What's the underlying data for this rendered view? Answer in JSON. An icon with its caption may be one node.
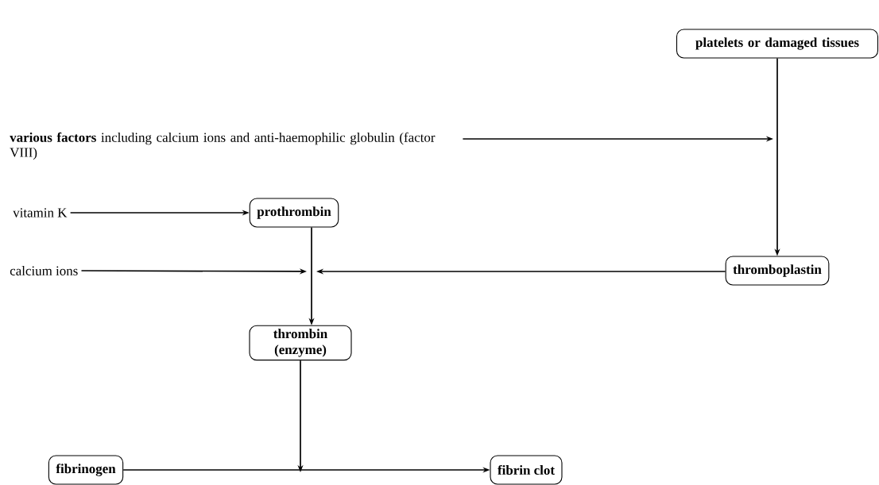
{
  "diagram": {
    "nodes": [
      {
        "text": [
          "platelets or damaged tissues"
        ]
      },
      {
        "text": [
          "**various factors** including calcium ions and anti-haemophilic globulin (factor VIII)"
        ]
      },
      {
        "text": [
          "vitamin K"
        ]
      },
      {
        "text": [
          "prothrombin"
        ]
      },
      {
        "text": [
          "calcium ions"
        ]
      },
      {
        "text": [
          "thromboplastin"
        ]
      },
      {
        "text": [
          "thrombin (enzyme)"
        ]
      },
      {
        "text": [
          "fibrinogen"
        ]
      },
      {
        "text": [
          "fibrin clot"
        ]
      }
    ],
    "edges": [
      {
        "from": 0,
        "to": 5,
        "arrow": "to"
      },
      {
        "from": 1,
        "to": null,
        "arrow": "to"
      },
      {
        "from": 2,
        "to": 3,
        "arrow": "to"
      },
      {
        "from": 3,
        "to": 6,
        "arrow": "to"
      },
      {
        "from": 4,
        "to": null,
        "arrow": "to"
      },
      {
        "from": 5,
        "to": null,
        "arrow": "to"
      },
      {
        "from": 6,
        "to": null,
        "arrow": "to"
      },
      {
        "from": 7,
        "to": 8,
        "arrow": "to"
      }
    ]
  }
}
